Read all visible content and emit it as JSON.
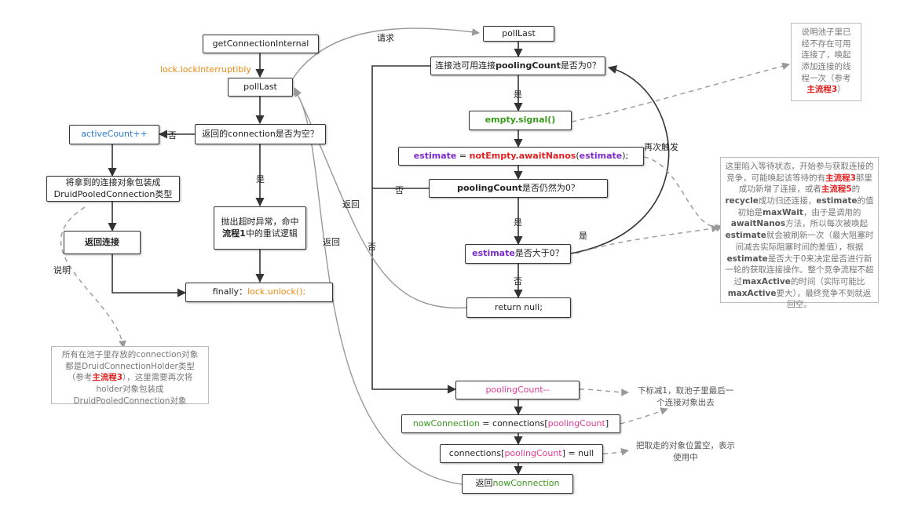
{
  "nodes": {
    "get_conn_internal": "getConnectionInternal",
    "poll_last_left": "pollLast",
    "conn_null_check": "返回的connection是否为空？",
    "active_count": "activeCount++",
    "wrap_conn": [
      "将拿到的连接对象包装成",
      "DruidPooledConnection类型"
    ],
    "return_conn": "返回连接",
    "timeout_exc": [
      "抛出超时异常，命中",
      "流程1",
      "中的重试逻辑"
    ],
    "finally_text": "finally：",
    "finally_unlock": "lock.unlock();",
    "poll_last_right": "pollLast",
    "pool_check_prefix": "连接池可用连接",
    "pool_check_key": "poolingCount",
    "pool_check_suffix": "是否为0？",
    "empty_signal": "empty.signal()",
    "estimate_kw": "estimate",
    "estimate_eq": " = ",
    "not_empty_await": "notEmpty.awaitNanos",
    "estimate_arg": "estimate",
    "estimate_end": ");",
    "still_zero_key": "poolingCount",
    "still_zero_suffix": "是否仍然为0？",
    "est_gt_zero_key": "estimate",
    "est_gt_zero_suffix": "是否大于0？",
    "return_null": "return null;",
    "pooling_count_dec": "poolingCount--",
    "now_conn_lhs": "nowConnection",
    "now_conn_mid": " = connections[",
    "now_conn_idx": "poolingCount",
    "now_conn_end": "]",
    "clear_prefix": "connections[",
    "clear_idx": "poolingCount",
    "clear_suffix": "] = null",
    "return_now_prefix": "返回",
    "return_now_key": "nowConnection"
  },
  "labels": {
    "lock_interruptibly": "lock.lockInterruptibly",
    "request": "请求",
    "no_left": "否",
    "yes_mid": "是",
    "explain": "说明",
    "return_a": "返回",
    "return_b": "返回",
    "yes_pool": "是",
    "no_still": "否",
    "no_outer": "否",
    "yes_still": "是",
    "retrigger": "再次触发",
    "yes_est": "是",
    "no_est": "否"
  },
  "notes": {
    "top_right": {
      "lines": [
        "说明池子里已",
        "经不存在可用",
        "连接了，唤起",
        "添加连接的线",
        "程一次（参考"
      ],
      "ref": "主流程3",
      "tail": "）"
    },
    "wait": {
      "p1": "这里陷入等待状态，开始参与获取连接的竞争，可能唤起该等待的有",
      "r1": "主流程3",
      "p2": "那里成功新增了连接，或者",
      "r2": "主流程5",
      "p3": "的",
      "k1": "recycle",
      "p4": "成功归还连接，",
      "k2": "estimate",
      "p5": "的值初始是",
      "k3": "maxWait",
      "p6": "，由于是调用的",
      "k4": "awaitNanos",
      "p7": "方法，所以每次被唤起",
      "k5": "estimate",
      "p8": "就会被刷新一次（最大阻塞时间减去实际阻塞时间的差值），根据",
      "k6": "estimate",
      "p9": "是否大于0来决定是否进行新一轮的获取连接操作。整个竞争流程不超过",
      "k7": "maxActive",
      "p10": "的时间（实际可能比",
      "k8": "maxActive",
      "p11": "要大），最终竞争不到就返回空。"
    },
    "holder": {
      "l1": "所有在池子里存放的connection对象",
      "l2": "都是DruidConnectionHolder类型",
      "l3a": "（参考",
      "l3ref": "主流程3",
      "l3b": "），这里需要再次将",
      "l4": "holder对象包装成",
      "l5": "DruidPooledConnection对象"
    },
    "decrement": [
      "下标减1，取池子里最后一",
      "个连接对象出去"
    ],
    "clear": [
      "把取走的对象位置空，表示",
      "使用中"
    ]
  }
}
